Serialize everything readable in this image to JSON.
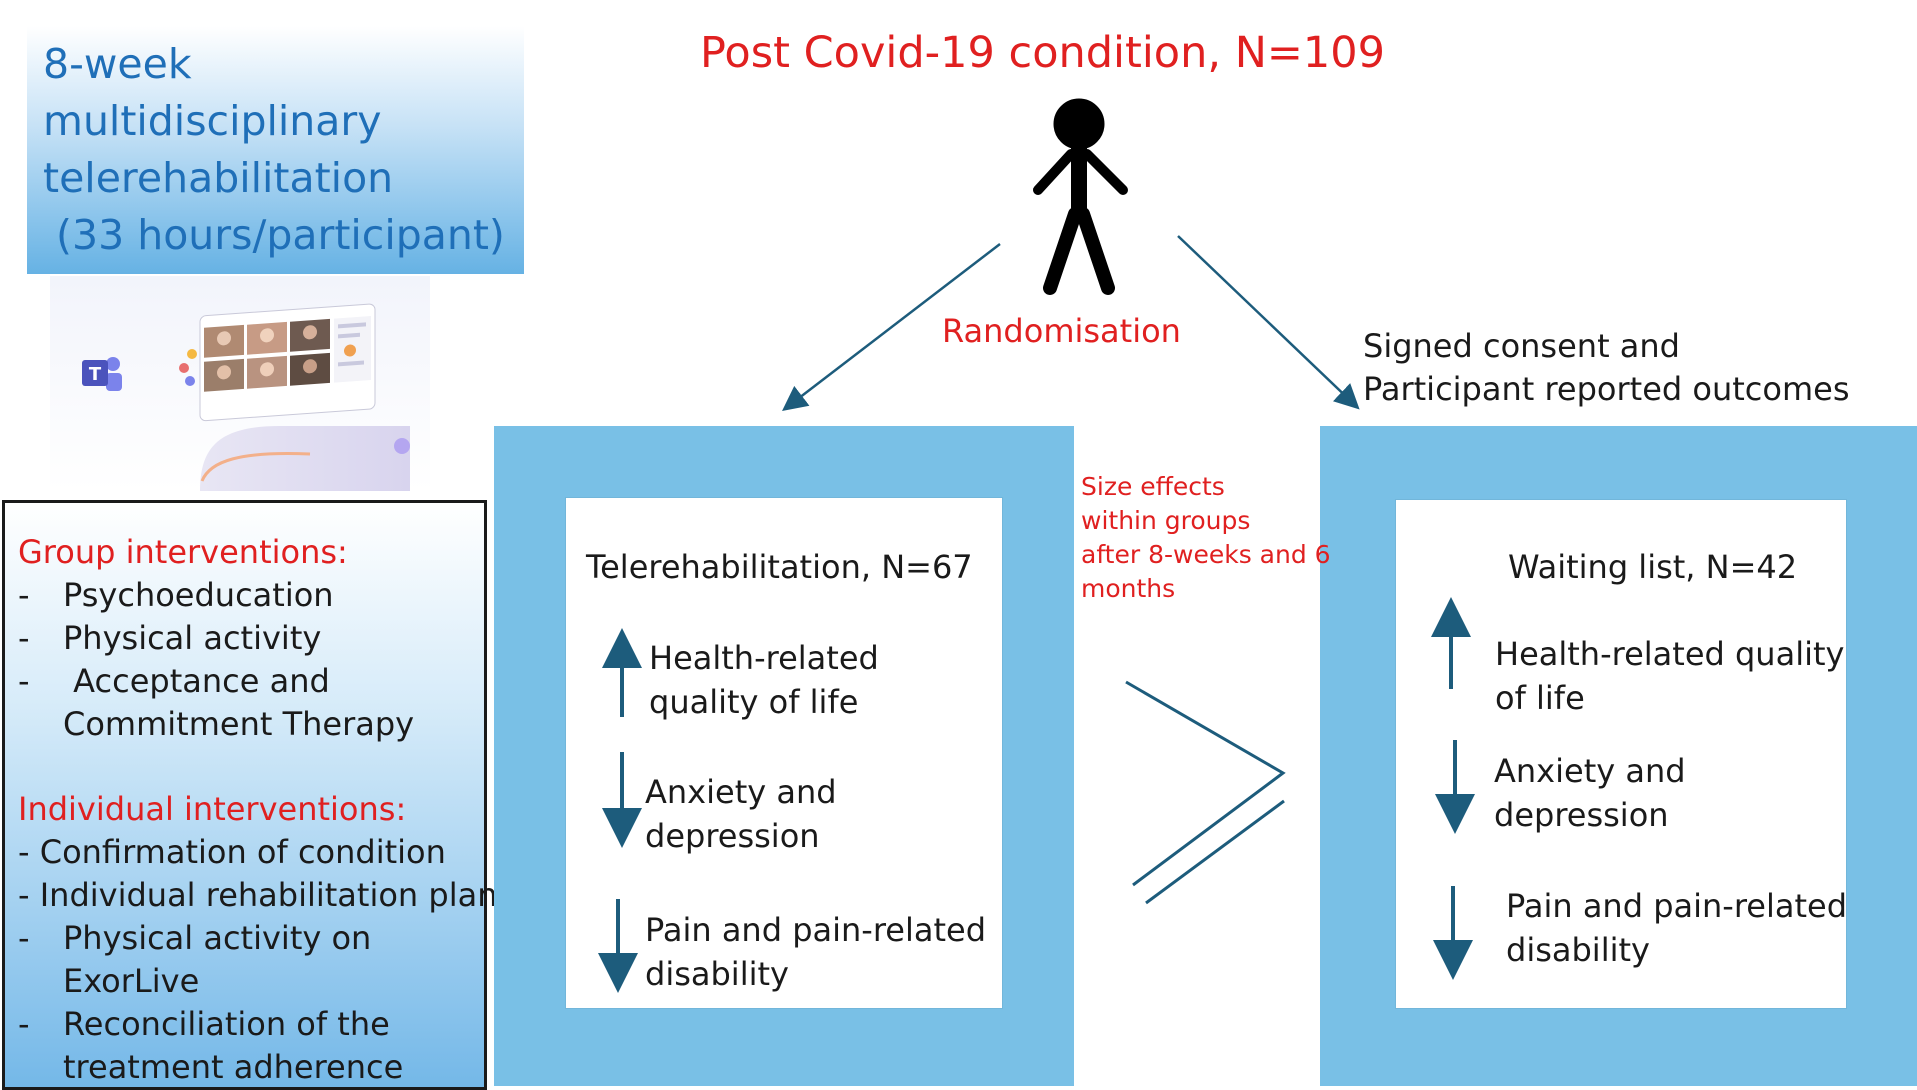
{
  "title_box": {
    "lines": [
      "8-week",
      "multidisciplinary",
      "telerehabilitation",
      " (33 hours/participant)"
    ]
  },
  "headline": "Post Covid-19 condition, N=109",
  "randomisation": "Randomisation",
  "consent": {
    "lines": [
      "Signed consent and",
      "Participant reported outcomes"
    ]
  },
  "interventions": {
    "group_heading": "Group interventions:",
    "group_items": [
      "Psychoeducation",
      "Physical activity",
      " Acceptance and",
      "Commitment Therapy"
    ],
    "individual_heading": "Individual interventions:",
    "individual_items": [
      "- Confirmation of condition",
      "- Individual rehabilitation plan",
      "Physical activity on",
      "ExorLive",
      "Reconciliation of the",
      "treatment adherence"
    ],
    "dash": "-"
  },
  "size_effects": {
    "lines": [
      "Size effects",
      "within groups",
      "after 8-weeks and 6",
      "months"
    ]
  },
  "telerehab_group": {
    "title": "Telerehabilitation, N=67",
    "outcomes": [
      {
        "lines": [
          "Health-related",
          "quality of life"
        ],
        "direction": "up"
      },
      {
        "lines": [
          "Anxiety and",
          "depression"
        ],
        "direction": "down"
      },
      {
        "lines": [
          "Pain and pain-related",
          "disability"
        ],
        "direction": "down"
      }
    ]
  },
  "waiting_group": {
    "title": "Waiting list, N=42",
    "outcomes": [
      {
        "lines": [
          "Health-related quality",
          "of life"
        ],
        "direction": "up"
      },
      {
        "lines": [
          "Anxiety and",
          "depression"
        ],
        "direction": "down"
      },
      {
        "lines": [
          "Pain and pain-related",
          "disability"
        ],
        "direction": "down"
      }
    ]
  },
  "colors": {
    "accent_red": "#e02020",
    "title_blue": "#1f6fb8",
    "panel_blue": "#79c0e6",
    "arrow_dark": "#1d5c7c",
    "teams_purple": "#5b5fc7"
  },
  "icons": {
    "person": "stick-figure-icon",
    "teams": "teams-logo-icon",
    "comparison": "greater-than-or-equal-icon"
  }
}
